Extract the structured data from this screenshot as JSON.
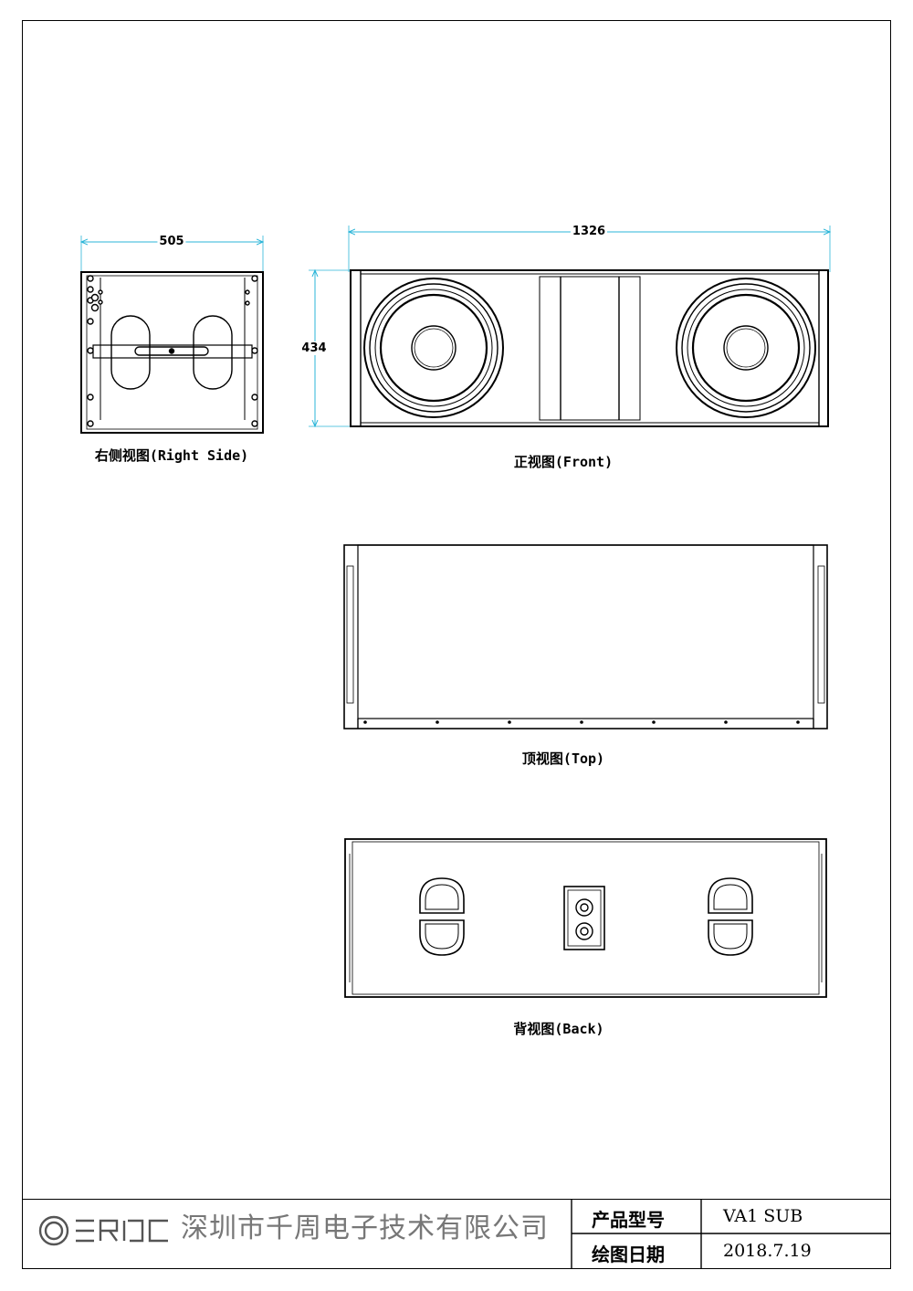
{
  "views": {
    "right_side": {
      "caption": "右侧视图(Right Side)",
      "width_dim": "505"
    },
    "front": {
      "caption": "正视图(Front)",
      "width_dim": "1326",
      "height_dim": "434"
    },
    "top": {
      "caption": "顶视图(Top)"
    },
    "back": {
      "caption": "背视图(Back)"
    }
  },
  "title_block": {
    "logo_text": "ERIC",
    "company": "深圳市千周电子技术有限公司",
    "model_label": "产品型号",
    "model_value": "VA1 SUB",
    "date_label": "绘图日期",
    "date_value": "2018.7.19"
  },
  "colors": {
    "dimension": "#2bb5d8",
    "line": "#000000"
  }
}
